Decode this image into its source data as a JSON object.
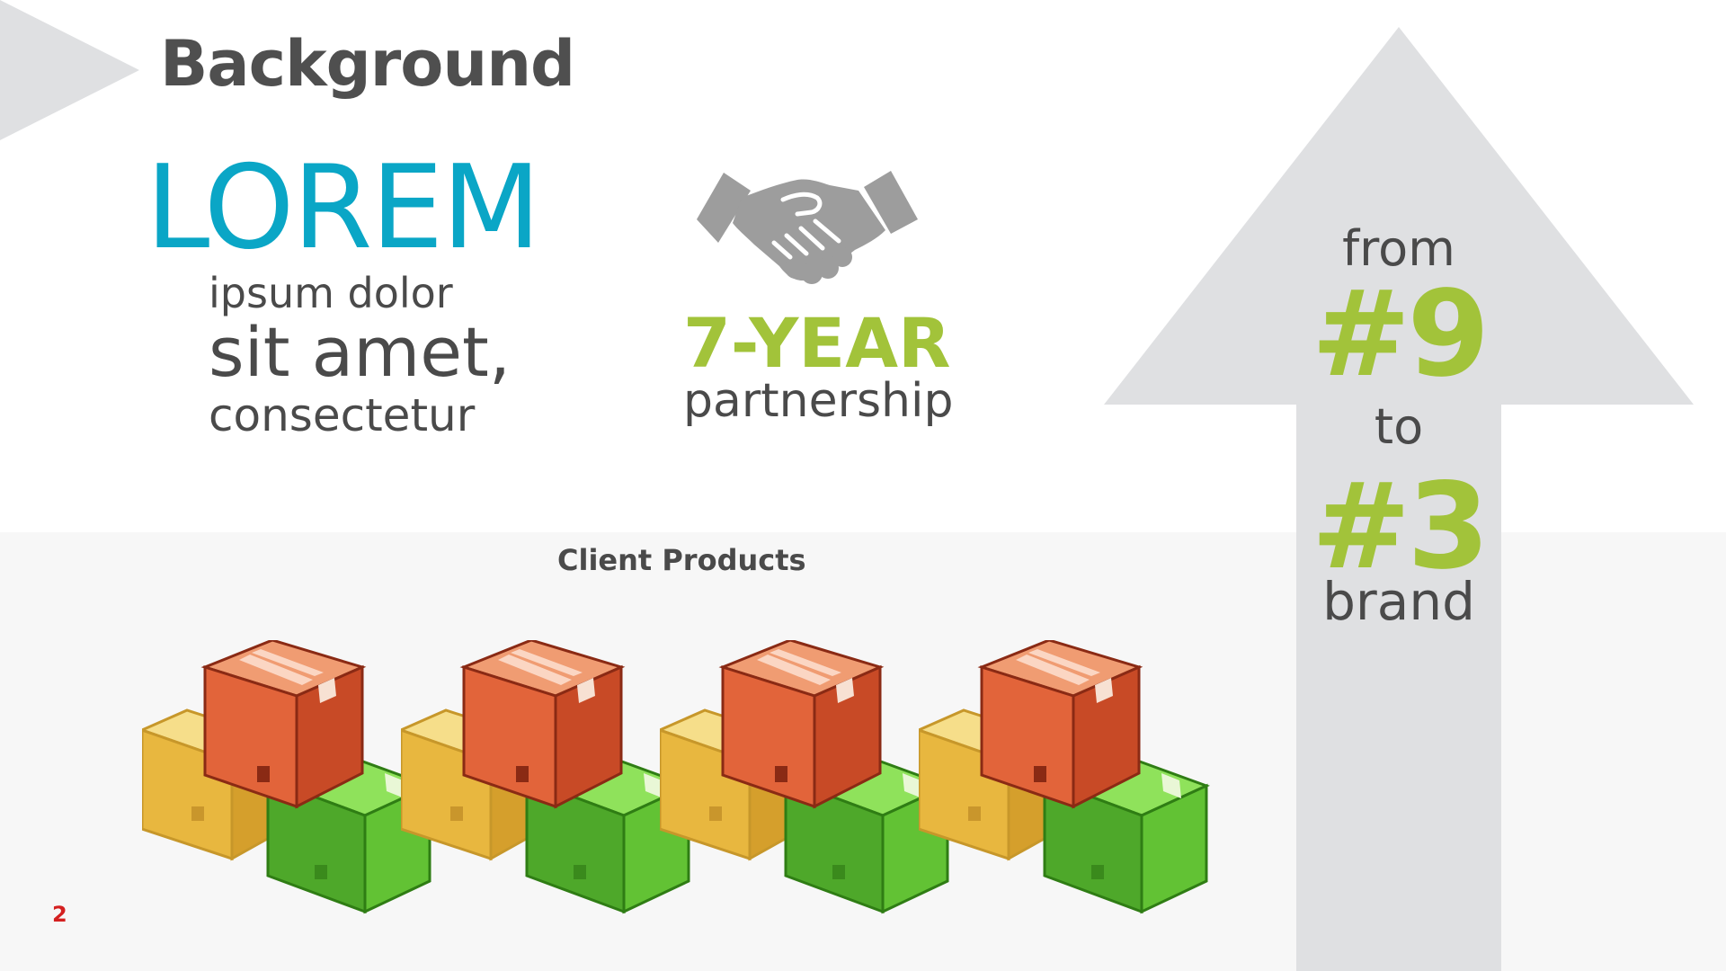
{
  "slide": {
    "title": "Background",
    "page_number": "2"
  },
  "lorem": {
    "headline": "LOREM",
    "line1": "ipsum dolor",
    "line2": "sit amet,",
    "line3": "consectetur"
  },
  "partnership": {
    "years": "7-YEAR",
    "label": "partnership",
    "icon": "handshake-icon"
  },
  "ranking": {
    "from_label": "from",
    "from_rank": "#9",
    "to_label": "to",
    "to_rank": "#3",
    "suffix": "brand"
  },
  "products": {
    "heading": "Client Products",
    "icon": "package-boxes-icon",
    "group_count": 4
  },
  "colors": {
    "accent_blue": "#0aa6c6",
    "accent_green": "#a2c33a",
    "text_dark": "#4a4a4a",
    "arrow_gray": "#dfe0e2",
    "page_number_red": "#d42020"
  }
}
